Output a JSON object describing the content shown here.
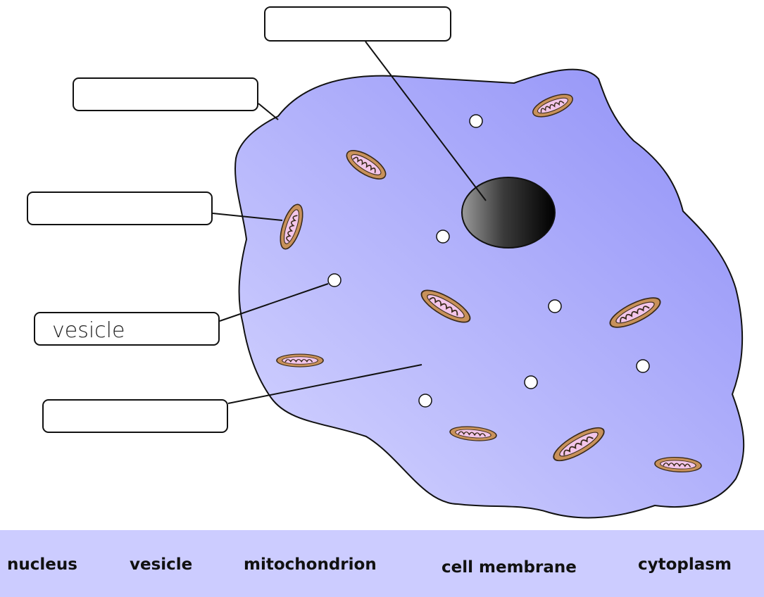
{
  "labels": {
    "nucleus": "",
    "cell_membrane": "",
    "mitochondrion": "",
    "vesicle": "vesicle",
    "cytoplasm": ""
  },
  "word_bank": [
    "nucleus",
    "vesicle",
    "mitochondrion",
    "cell membrane",
    "cytoplasm"
  ],
  "colors": {
    "cell_fill_light": "#ccccff",
    "cell_fill_dark": "#9999ff",
    "nucleus_dark": "#111111",
    "nucleus_light": "#8a8a8a",
    "mito_outer": "#c8915a",
    "mito_inner": "#f3c6ea",
    "word_bank_bg": "#ccccff"
  }
}
